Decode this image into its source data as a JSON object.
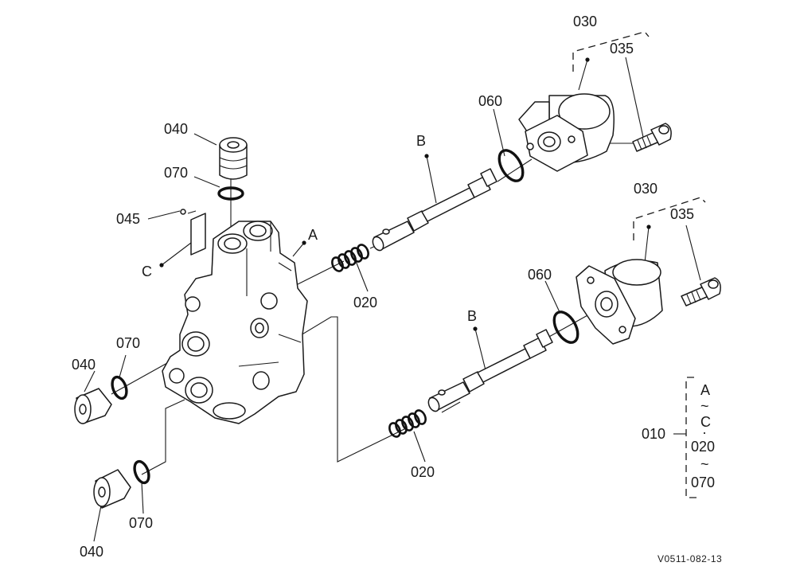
{
  "callouts": {
    "c030_top": "030",
    "c035_top": "035",
    "c060_top": "060",
    "cB_top": "B",
    "c040_top": "040",
    "c070_top": "070",
    "c045": "045",
    "cC": "C",
    "cA": "A",
    "c020_top": "020",
    "c030_mid": "030",
    "c035_mid": "035",
    "c060_mid": "060",
    "cB_mid": "B",
    "c070_left": "070",
    "c040_left": "040",
    "c020_bottom": "020",
    "c070_bottom": "070",
    "c040_bottom": "040"
  },
  "legend": {
    "label": "010",
    "line1": "A",
    "tilde1": "~",
    "line2": "C",
    "sep": "·",
    "line3": "020",
    "tilde2": "~",
    "line4": "070"
  },
  "drawing_code": "V0511-082-13"
}
